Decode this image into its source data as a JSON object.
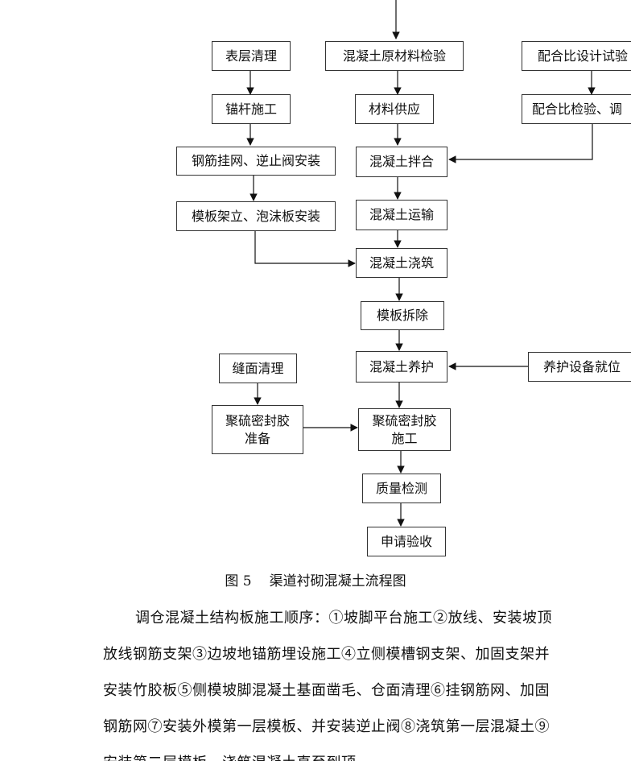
{
  "flowchart": {
    "boxes": {
      "surface_clean": "表层清理",
      "anchor": "锚杆施工",
      "rebar_net": "钢筋挂网、逆止阀安装",
      "formwork_foam": "模板架立、泡沫板安装",
      "raw_material": "混凝土原材料检验",
      "material_supply": "材料供应",
      "mix": "混凝土拌合",
      "transport": "混凝土运输",
      "pour": "混凝土浇筑",
      "form_remove": "模板拆除",
      "curing": "混凝土养护",
      "sealant_apply": "聚硫密封胶\n施工",
      "quality": "质量检测",
      "acceptance": "申请验收",
      "mix_design": "配合比设计试验",
      "mix_check": "配合比检验、调",
      "joint_clean": "缝面清理",
      "sealant_prep": "聚硫密封胶\n准备",
      "curing_equipment": "养护设备就位"
    }
  },
  "caption": {
    "number": "图 5",
    "title": "渠道衬砌混凝土流程图"
  },
  "paragraph": {
    "lines": [
      "调仓混凝土结构板施工顺序：①坡脚平台施工②放线、安装坡顶",
      "放线钢筋支架③边坡地锚筋埋设施工④立侧模槽钢支架、加固支架并",
      "安装竹胶板⑤侧模坡脚混凝土基面凿毛、仓面清理⑥挂钢筋网、加固",
      "钢筋网⑦安装外模第一层模板、并安装逆止阀⑧浇筑第一层混凝土⑨",
      "安装第二层模板，浇筑混凝土直至到顶"
    ]
  }
}
